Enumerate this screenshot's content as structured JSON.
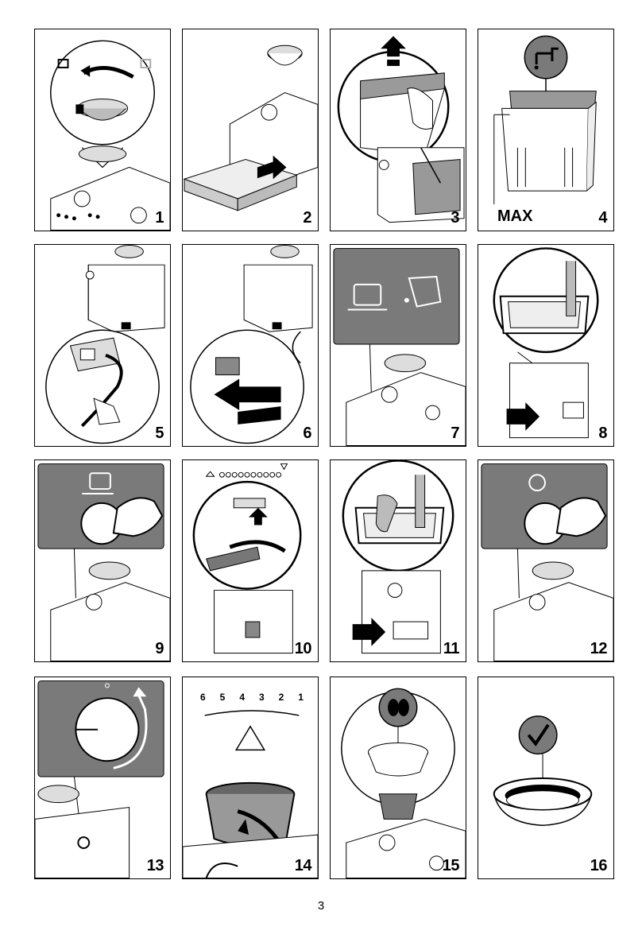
{
  "steps": [
    {
      "number": "1"
    },
    {
      "number": "2"
    },
    {
      "number": "3"
    },
    {
      "number": "4"
    },
    {
      "number": "5"
    },
    {
      "number": "6"
    },
    {
      "number": "7"
    },
    {
      "number": "8"
    },
    {
      "number": "9"
    },
    {
      "number": "10"
    },
    {
      "number": "11"
    },
    {
      "number": "12"
    },
    {
      "number": "13"
    },
    {
      "number": "14"
    },
    {
      "number": "15"
    },
    {
      "number": "16"
    }
  ],
  "step4": {
    "max_label": "MAX"
  },
  "step14": {
    "scale": [
      "6",
      "5",
      "4",
      "3",
      "2",
      "1"
    ]
  },
  "page_number": "3",
  "colors": {
    "panel_gray": "#7a7a7a",
    "line": "#000000",
    "light_gray": "#cfcfcf"
  }
}
